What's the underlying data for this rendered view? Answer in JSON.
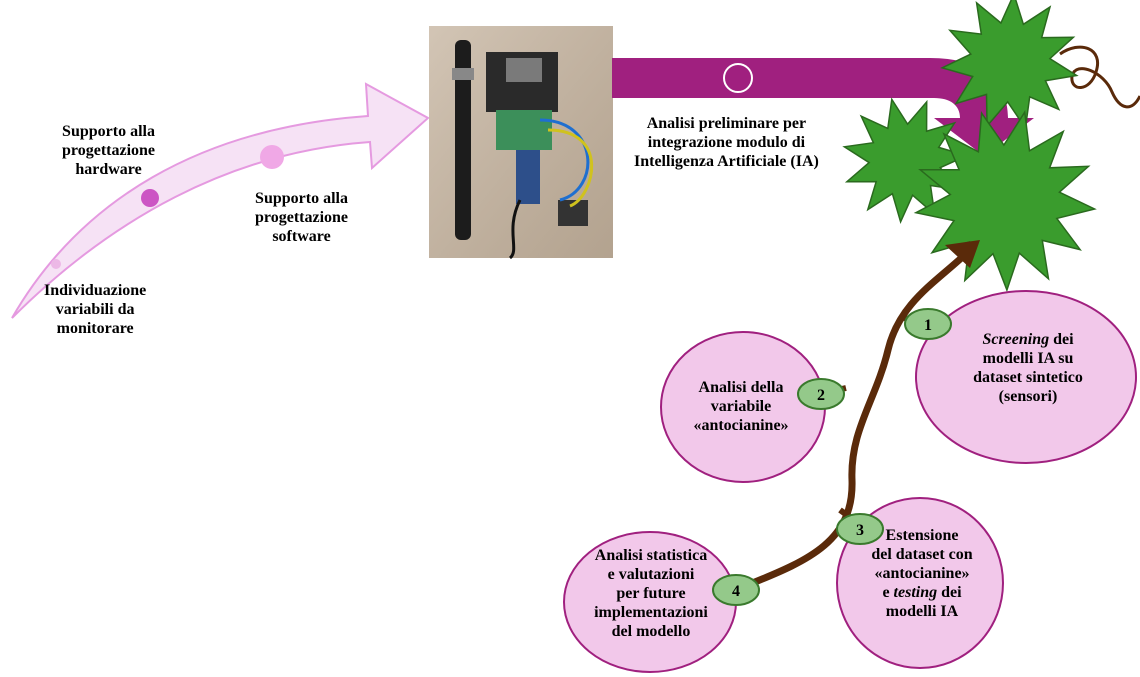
{
  "arrow": {
    "steps": [
      {
        "lines": [
          "Individuazione",
          "variabili da",
          "monitorare"
        ]
      },
      {
        "lines": [
          "Supporto alla",
          "progettazione",
          "hardware"
        ]
      },
      {
        "lines": [
          "Supporto alla",
          "progettazione",
          "software"
        ]
      }
    ]
  },
  "pipe_label": {
    "lines": [
      "Analisi preliminare per",
      "integrazione modulo di",
      "Intelligenza Artificiale (IA)"
    ]
  },
  "branches": [
    {
      "number": "1",
      "lines": [
        {
          "italic": "Screening",
          "rest": " dei"
        },
        "modelli IA su",
        "dataset sintetico",
        "(sensori)"
      ]
    },
    {
      "number": "2",
      "lines": [
        "Analisi della",
        "variabile",
        "«antocianine»"
      ]
    },
    {
      "number": "3",
      "lines": [
        "Estensione",
        "del dataset con",
        "«antocianine»",
        {
          "pre": "e ",
          "italic": "testing",
          "rest": " dei"
        },
        "modelli IA"
      ]
    },
    {
      "number": "4",
      "lines": [
        "Analisi statistica",
        "e valutazioni",
        "per future",
        "implementazioni",
        "del modello"
      ]
    }
  ],
  "colors": {
    "arrow_fill": "#f6e2f5",
    "arrow_stroke": "#e59ae0",
    "pipe": "#a0207f",
    "leaf": "#3a9c2d",
    "stem": "#5a2a0a",
    "bubble_fill": "#f2c8ea",
    "bubble_stroke": "#a0207f",
    "badge_fill": "#94c98a",
    "badge_stroke": "#3a7a2d"
  }
}
